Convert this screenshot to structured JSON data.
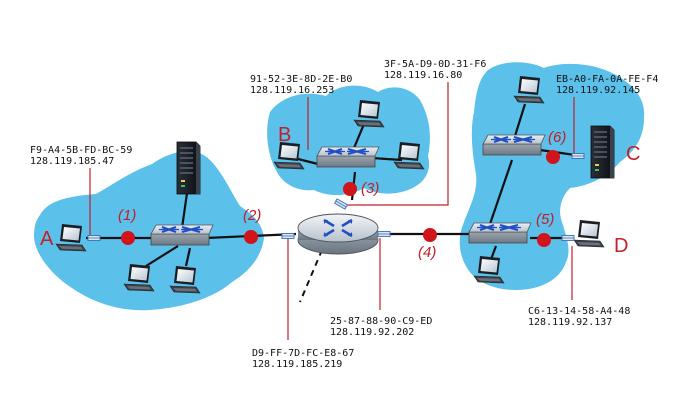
{
  "hosts": {
    "A": "A",
    "B": "B",
    "C": "C",
    "D": "D"
  },
  "interfaces": [
    {
      "label": "(1)"
    },
    {
      "label": "(2)"
    },
    {
      "label": "(3)"
    },
    {
      "label": "(4)"
    },
    {
      "label": "(5)"
    },
    {
      "label": "(6)"
    }
  ],
  "addresses": {
    "host_a": {
      "mac": "F9-A4-5B-FD-BC-59",
      "ip": "128.119.185.47"
    },
    "host_b": {
      "mac": "91-52-3E-8D-2E-B0",
      "ip": "128.119.16.253"
    },
    "router_top": {
      "mac": "3F-5A-D9-0D-31-F6",
      "ip": "128.119.16.80"
    },
    "host_c": {
      "mac": "EB-A0-FA-0A-FE-F4",
      "ip": "128.119.92.145"
    },
    "router_right": {
      "mac": "25-87-88-90-C9-ED",
      "ip": "128.119.92.202"
    },
    "router_left": {
      "mac": "D9-FF-7D-FC-E8-67",
      "ip": "128.119.185.219"
    },
    "host_d": {
      "mac": "C6-13-14-58-A4-48",
      "ip": "128.119.92.137"
    }
  },
  "colors": {
    "subnet_fill": "#5bc0ea",
    "interface_dot": "#d0141c",
    "label_red": "#c0202a"
  }
}
